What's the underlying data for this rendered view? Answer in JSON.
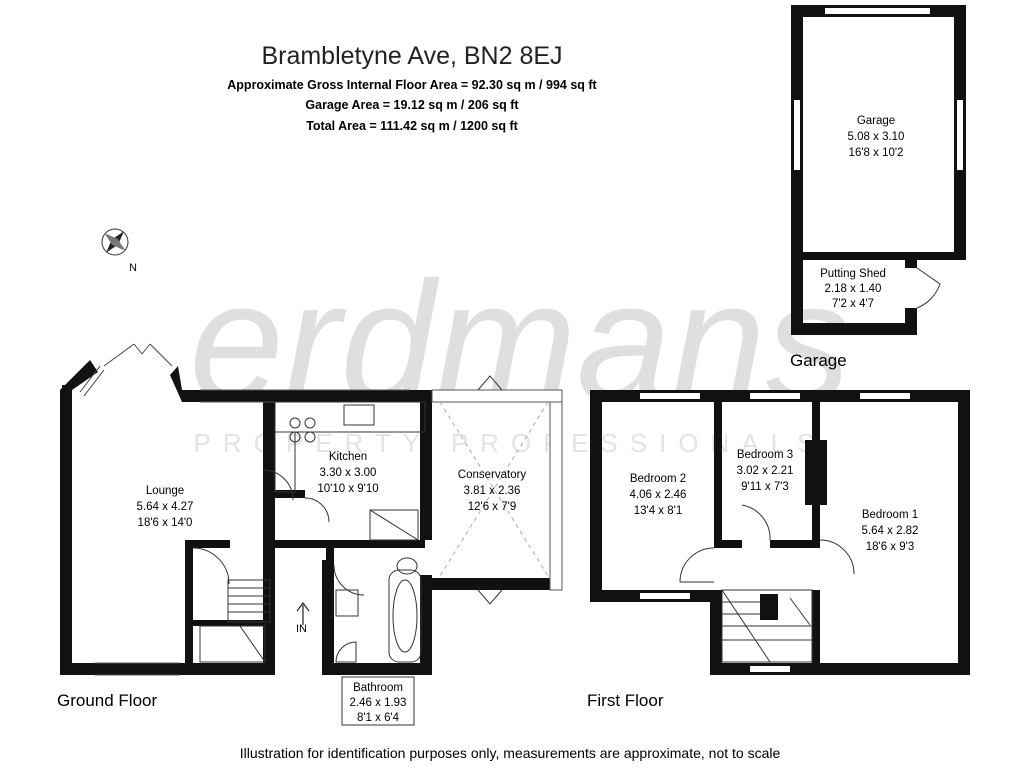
{
  "header": {
    "address": "Brambletyne Ave, BN2 8EJ",
    "gross_area": "Approximate Gross Internal Floor Area = 92.30 sq m / 994 sq ft",
    "garage_area": "Garage Area = 19.12 sq m / 206 sq ft",
    "total_area": "Total Area = 111.42 sq m / 1200 sq ft"
  },
  "compass": {
    "label": "N"
  },
  "watermark": {
    "brand": "erdmans",
    "tagline": "PROPERTY PROFESSIONALS"
  },
  "floors": {
    "ground": "Ground Floor",
    "first": "First Floor",
    "garage": "Garage"
  },
  "rooms": {
    "lounge": {
      "name": "Lounge",
      "metric": "5.64 x 4.27",
      "imperial": "18'6 x 14'0"
    },
    "kitchen": {
      "name": "Kitchen",
      "metric": "3.30 x 3.00",
      "imperial": "10'10 x 9'10"
    },
    "conservatory": {
      "name": "Conservatory",
      "metric": "3.81 x 2.36",
      "imperial": "12'6 x 7'9"
    },
    "bathroom": {
      "name": "Bathroom",
      "metric": "2.46 x 1.93",
      "imperial": "8'1 x 6'4"
    },
    "bedroom2": {
      "name": "Bedroom 2",
      "metric": "4.06 x 2.46",
      "imperial": "13'4 x 8'1"
    },
    "bedroom3": {
      "name": "Bedroom 3",
      "metric": "3.02 x 2.21",
      "imperial": "9'11 x 7'3"
    },
    "bedroom1": {
      "name": "Bedroom 1",
      "metric": "5.64 x 2.82",
      "imperial": "18'6 x 9'3"
    },
    "garage": {
      "name": "Garage",
      "metric": "5.08 x 3.10",
      "imperial": "16'8 x 10'2"
    },
    "shed": {
      "name": "Putting Shed",
      "metric": "2.18 x 1.40",
      "imperial": "7'2 x 4'7"
    }
  },
  "entrance": {
    "label": "IN"
  },
  "disclaimer": "Illustration for identification purposes only, measurements are approximate, not to scale"
}
